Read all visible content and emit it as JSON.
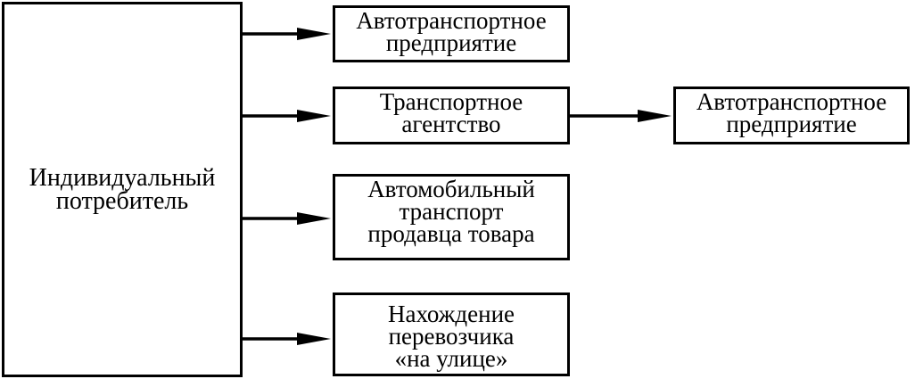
{
  "diagram": {
    "consumer": "Индивидуальный\nпотребитель",
    "atp_top": "Автотранспортное\nпредприятие",
    "agency": "Транспортное\nагентство",
    "atp_right": "Автотранспортное\nпредприятие",
    "seller_transport": "Автомобильный\nтранспорт\nпродавца товара",
    "street_carrier": "Нахождение\nперевозчика\n«на улице»"
  }
}
